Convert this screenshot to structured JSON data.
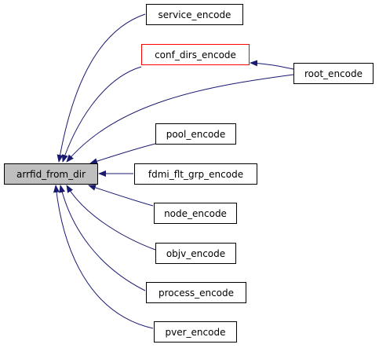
{
  "graph": {
    "focus": {
      "id": "arrfid",
      "label": "arrfid_from_dir"
    },
    "nodes": [
      {
        "id": "service",
        "label": "service_encode"
      },
      {
        "id": "conf",
        "label": "conf_dirs_encode"
      },
      {
        "id": "root",
        "label": "root_encode"
      },
      {
        "id": "pool",
        "label": "pool_encode"
      },
      {
        "id": "fdmi",
        "label": "fdmi_flt_grp_encode"
      },
      {
        "id": "node",
        "label": "node_encode"
      },
      {
        "id": "objv",
        "label": "objv_encode"
      },
      {
        "id": "process",
        "label": "process_encode"
      },
      {
        "id": "pver",
        "label": "pver_encode"
      }
    ],
    "edges": [
      {
        "from": "service",
        "to": "arrfid"
      },
      {
        "from": "conf",
        "to": "arrfid"
      },
      {
        "from": "root",
        "to": "arrfid"
      },
      {
        "from": "pool",
        "to": "arrfid"
      },
      {
        "from": "fdmi",
        "to": "arrfid"
      },
      {
        "from": "node",
        "to": "arrfid"
      },
      {
        "from": "objv",
        "to": "arrfid"
      },
      {
        "from": "process",
        "to": "arrfid"
      },
      {
        "from": "pver",
        "to": "arrfid"
      },
      {
        "from": "root",
        "to": "conf"
      }
    ],
    "colors": {
      "edge": "#191970",
      "node_border": "#000000",
      "highlight_border": "#ff0000",
      "focus_fill": "#bfbfbf"
    }
  }
}
